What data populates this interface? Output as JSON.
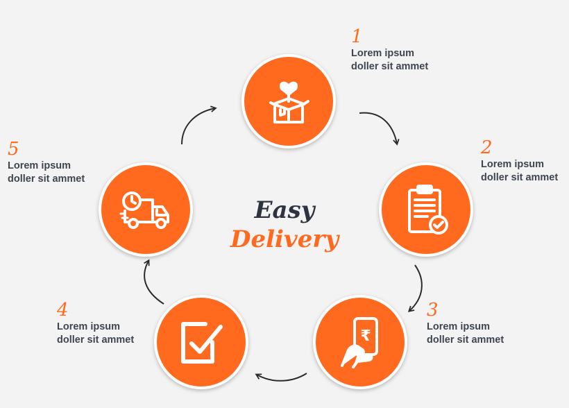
{
  "title": {
    "line1": "Easy",
    "line2": "Delivery"
  },
  "accent_color": "#ff6a1f",
  "steps": [
    {
      "number": "1",
      "line1": "Lorem ipsum",
      "line2": "doller sit ammet",
      "icon": "gift-box-icon"
    },
    {
      "number": "2",
      "line1": "Lorem ipsum",
      "line2": "doller sit ammet",
      "icon": "clipboard-check-icon"
    },
    {
      "number": "3",
      "line1": "Lorem ipsum",
      "line2": "doller sit ammet",
      "icon": "mobile-payment-icon"
    },
    {
      "number": "4",
      "line1": "Lorem ipsum",
      "line2": "doller sit ammet",
      "icon": "checkbox-icon"
    },
    {
      "number": "5",
      "line1": "Lorem ipsum",
      "line2": "doller sit ammet",
      "icon": "delivery-truck-icon"
    }
  ]
}
